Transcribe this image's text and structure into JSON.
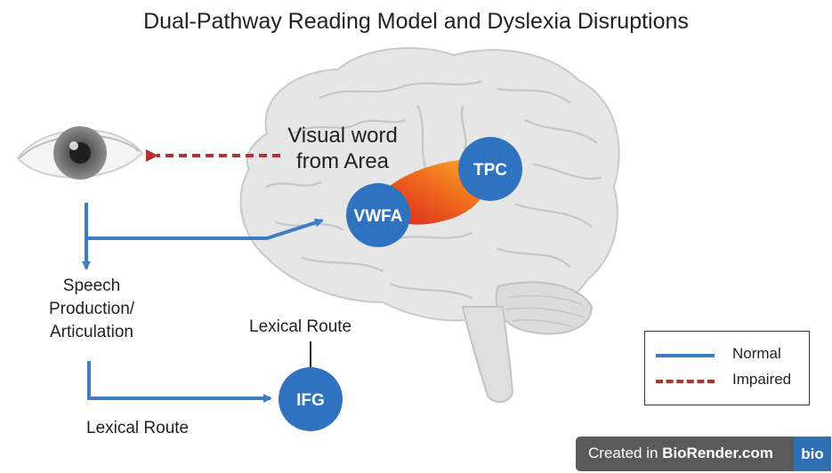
{
  "title": "Dual-Pathway Reading Model and Dyslexia Disruptions",
  "labels": {
    "visual_word_line1": "Visual word",
    "visual_word_line2": "from Area",
    "vwfa": "VWFA",
    "tpc": "TPC",
    "ifg": "IFG",
    "speech_line1": "Speech",
    "speech_line2": "Production/",
    "speech_line3": "Articulation",
    "lexical_route_top": "Lexical Route",
    "lexical_route_bottom": "Lexical Route"
  },
  "legend": {
    "normal": "Normal",
    "impaired": "Impaired"
  },
  "badge": {
    "prefix": "Created in ",
    "brand": "BioRender.com",
    "logo": "bio"
  },
  "colors": {
    "normal": "#3e7cc3",
    "impaired": "#b33333",
    "node": "#2f73c0",
    "brain": "#e4e4e4"
  }
}
